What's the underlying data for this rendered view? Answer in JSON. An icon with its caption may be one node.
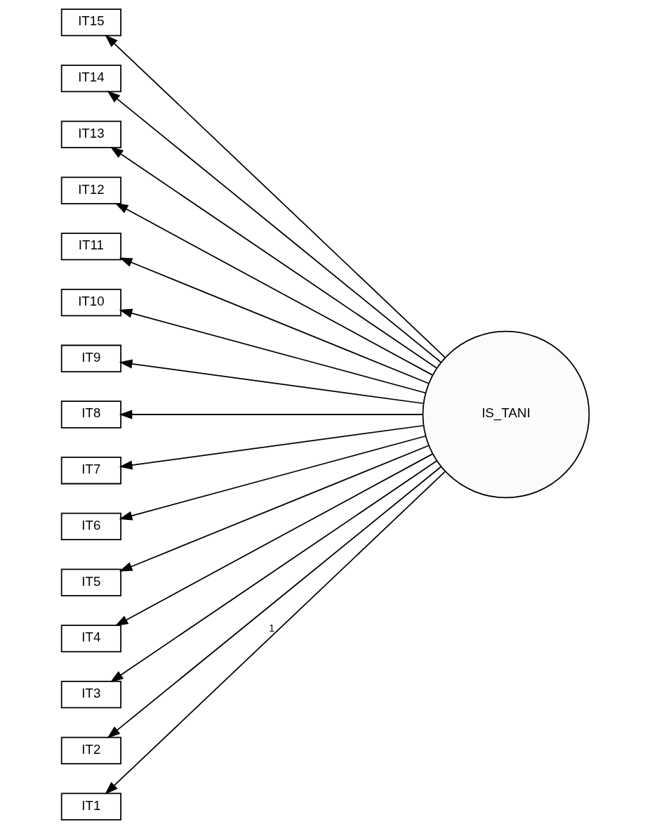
{
  "diagram": {
    "nodes": [
      {
        "text": [
          "IT15"
        ]
      },
      {
        "text": [
          "IT14"
        ]
      },
      {
        "text": [
          "IT13"
        ]
      },
      {
        "text": [
          "IT12"
        ]
      },
      {
        "text": [
          "IT11"
        ]
      },
      {
        "text": [
          "IT10"
        ]
      },
      {
        "text": [
          "IT9"
        ]
      },
      {
        "text": [
          "IT8"
        ]
      },
      {
        "text": [
          "IT7"
        ]
      },
      {
        "text": [
          "IT6"
        ]
      },
      {
        "text": [
          "IT5"
        ]
      },
      {
        "text": [
          "IT4"
        ]
      },
      {
        "text": [
          "IT3"
        ]
      },
      {
        "text": [
          "IT2"
        ]
      },
      {
        "text": [
          "IT1"
        ]
      },
      {
        "text": [
          "IS_TANI"
        ]
      }
    ],
    "edges": [
      {
        "from": 15,
        "to": 0,
        "arrow": "to"
      },
      {
        "from": 15,
        "to": 1,
        "arrow": "to"
      },
      {
        "from": 15,
        "to": 2,
        "arrow": "to"
      },
      {
        "from": 15,
        "to": 3,
        "arrow": "to"
      },
      {
        "from": 15,
        "to": 4,
        "arrow": "to"
      },
      {
        "from": 15,
        "to": 5,
        "arrow": "to"
      },
      {
        "from": 15,
        "to": 6,
        "arrow": "to"
      },
      {
        "from": 15,
        "to": 7,
        "arrow": "to"
      },
      {
        "from": 15,
        "to": 8,
        "arrow": "to"
      },
      {
        "from": 15,
        "to": 9,
        "arrow": "to"
      },
      {
        "from": 15,
        "to": 10,
        "arrow": "to"
      },
      {
        "from": 15,
        "to": 11,
        "arrow": "to"
      },
      {
        "from": 15,
        "to": 12,
        "arrow": "to"
      },
      {
        "from": 15,
        "to": 13,
        "arrow": "to"
      },
      {
        "from": 15,
        "to": 14,
        "arrow": "to",
        "label": "1"
      }
    ]
  }
}
